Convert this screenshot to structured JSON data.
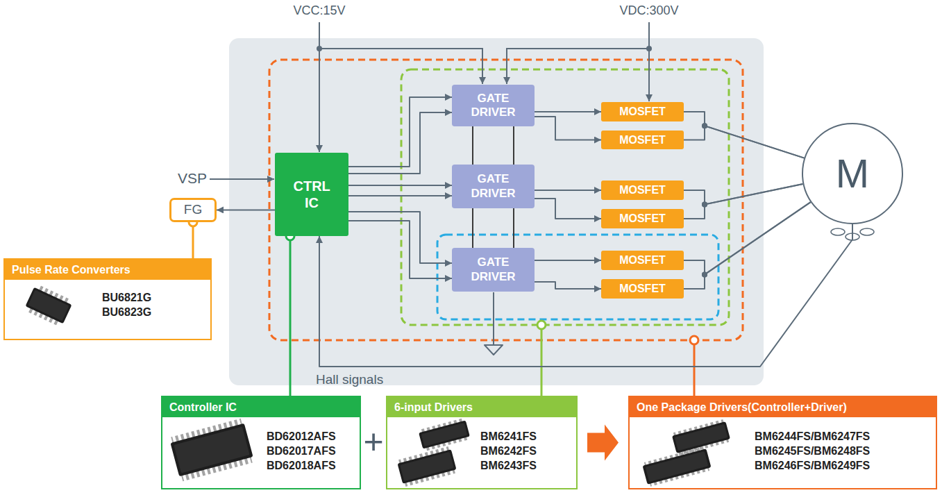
{
  "diagram": {
    "nodes": [
      {
        "text": [
          "CTRL IC"
        ]
      },
      {
        "text": [
          "GATE DRIVER"
        ]
      },
      {
        "text": [
          "MOSFET"
        ]
      },
      {
        "text": [
          "MOSFET"
        ]
      },
      {
        "text": [
          "GATE DRIVER"
        ]
      },
      {
        "text": [
          "MOSFET"
        ]
      },
      {
        "text": [
          "MOSFET"
        ]
      },
      {
        "text": [
          "GATE DRIVER"
        ]
      },
      {
        "text": [
          "MOSFET"
        ]
      },
      {
        "text": [
          "MOSFET"
        ]
      },
      {
        "text": [
          "M"
        ]
      },
      {
        "text": [
          "FG"
        ]
      },
      {
        "text": [
          "Pulse Rate Converters",
          "BU6821G BU6823G"
        ]
      },
      {
        "text": [
          "Controller IC",
          "BD62012AFS BD62017AFS BD62018AFS"
        ]
      },
      {
        "text": [
          "6-input Drivers",
          "BM6241FS BM6242FS BM6243FS"
        ]
      },
      {
        "text": [
          "One Package Drivers(Controller+Driver)",
          "BM6244FS/BM6247FS BM6245FS/BM6248FS BM6246FS/BM6249FS"
        ]
      }
    ],
    "edges": [
      {
        "from": 0,
        "to": 1,
        "arrow": "to"
      },
      {
        "from": 0,
        "to": 1,
        "arrow": "to"
      },
      {
        "from": 0,
        "to": 4,
        "arrow": "to"
      },
      {
        "from": 0,
        "to": 4,
        "arrow": "to"
      },
      {
        "from": 0,
        "to": 7,
        "arrow": "to"
      },
      {
        "from": 0,
        "to": 7,
        "arrow": "to"
      },
      {
        "from": 1,
        "to": 2,
        "arrow": "to"
      },
      {
        "from": 1,
        "to": 3,
        "arrow": "to"
      },
      {
        "from": 4,
        "to": 5,
        "arrow": "to"
      },
      {
        "from": 4,
        "to": 6,
        "arrow": "to"
      },
      {
        "from": 7,
        "to": 8,
        "arrow": "to"
      },
      {
        "from": 7,
        "to": 9,
        "arrow": "to"
      },
      {
        "from": 1,
        "to": 4,
        "arrow": "none"
      },
      {
        "from": 1,
        "to": 4,
        "arrow": "none"
      },
      {
        "from": 4,
        "to": 7,
        "arrow": "none"
      },
      {
        "from": 4,
        "to": 7,
        "arrow": "none"
      },
      {
        "from": 2,
        "to": 10,
        "arrow": "none"
      },
      {
        "from": 3,
        "to": 10,
        "arrow": "none"
      },
      {
        "from": 5,
        "to": 10,
        "arrow": "none"
      },
      {
        "from": 6,
        "to": 10,
        "arrow": "none"
      },
      {
        "from": 8,
        "to": 10,
        "arrow": "none"
      },
      {
        "from": 9,
        "to": 10,
        "arrow": "none"
      },
      {
        "from": 10,
        "to": 0,
        "arrow": "to"
      },
      {
        "from": 0,
        "to": 11,
        "arrow": "to"
      },
      {
        "from": 11,
        "to": 12,
        "arrow": "none"
      },
      {
        "from": 0,
        "to": 13,
        "arrow": "none"
      },
      {
        "from": 14,
        "to": 15,
        "arrow": "to"
      }
    ],
    "labels": [
      "VCC:15V",
      "VDC:300V",
      "VSP",
      "Hall signals",
      "+"
    ]
  }
}
